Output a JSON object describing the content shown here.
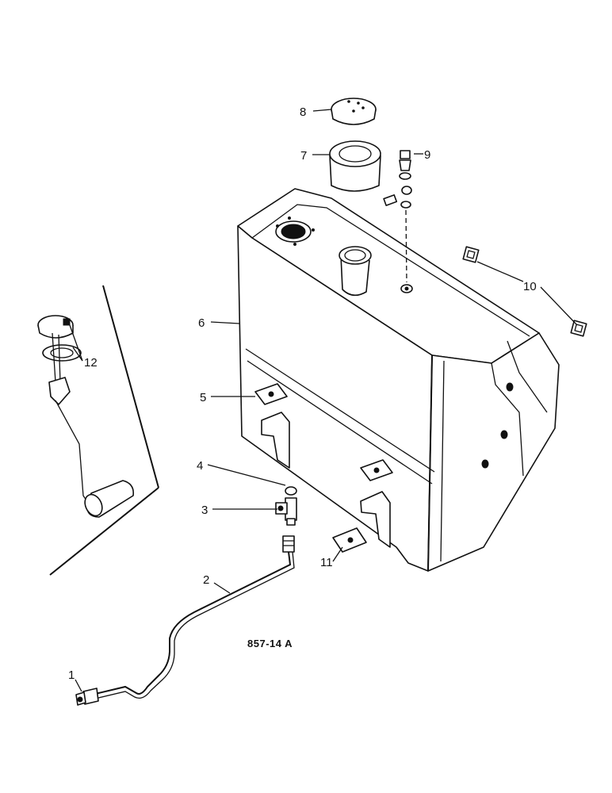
{
  "diagram": {
    "drawing_code": "857-14 A",
    "callouts": [
      {
        "id": "1",
        "part": "fitting-end"
      },
      {
        "id": "2",
        "part": "fuel-line"
      },
      {
        "id": "3",
        "part": "shutoff-valve"
      },
      {
        "id": "4",
        "part": "washer"
      },
      {
        "id": "5",
        "part": "mounting-pad"
      },
      {
        "id": "6",
        "part": "fuel-tank"
      },
      {
        "id": "7",
        "part": "filler-neck-sleeve"
      },
      {
        "id": "8",
        "part": "filler-cap"
      },
      {
        "id": "9",
        "part": "drain-plug"
      },
      {
        "id": "10",
        "part": "rubber-pads"
      },
      {
        "id": "11",
        "part": "mounting-pad-lower"
      },
      {
        "id": "12",
        "part": "fuel-gauge-sender"
      }
    ]
  }
}
